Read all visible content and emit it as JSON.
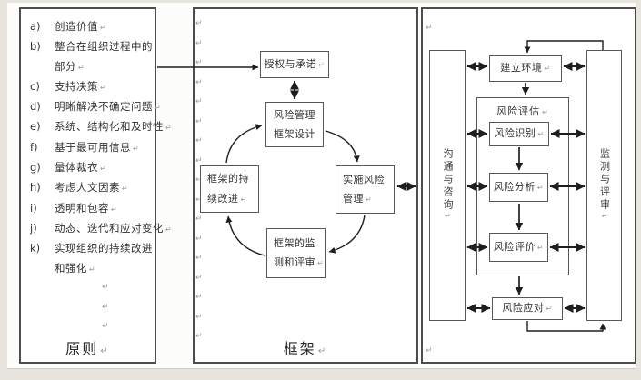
{
  "marks": {
    "pilcrow": "↵"
  },
  "colors": {
    "background": "#e8e5de",
    "paper": "#fcfcfa",
    "panel_border": "#4d4d4d",
    "box_border": "#585858",
    "text": "#333333",
    "arrow": "#1e1e1e",
    "pilcrow": "#9a9a9a"
  },
  "panels": {
    "principles": {
      "title": "原则",
      "items": [
        {
          "letter": "a)",
          "lines": [
            "创造价值"
          ]
        },
        {
          "letter": "b)",
          "lines": [
            "整合在组织过程中的",
            "部分"
          ]
        },
        {
          "letter": "c)",
          "lines": [
            "支持决策"
          ]
        },
        {
          "letter": "d)",
          "lines": [
            "明晰解决不确定问题"
          ]
        },
        {
          "letter": "e)",
          "lines": [
            "系统、结构化和及时性"
          ]
        },
        {
          "letter": "f)",
          "lines": [
            "基于最可用信息"
          ]
        },
        {
          "letter": "g)",
          "lines": [
            "量体裁衣"
          ]
        },
        {
          "letter": "h)",
          "lines": [
            "考虑人文因素"
          ]
        },
        {
          "letter": "i)",
          "lines": [
            "透明和包容"
          ]
        },
        {
          "letter": "j)",
          "lines": [
            "动态、迭代和应对变化"
          ]
        },
        {
          "letter": "k)",
          "lines": [
            "实现组织的持续改进",
            "和强化"
          ]
        }
      ]
    },
    "framework": {
      "title": "框架",
      "mandate": {
        "lines": [
          "授权与承诺"
        ]
      },
      "design": {
        "lines": [
          "风险管理",
          "框架设计"
        ]
      },
      "improve": {
        "lines": [
          "框架的持",
          "续改进"
        ]
      },
      "implement": {
        "lines": [
          "实施风险",
          "管理"
        ]
      },
      "monitor": {
        "lines": [
          "框架的监",
          "测和评审"
        ]
      }
    },
    "process": {
      "communication_bar": "沟通与咨询",
      "monitoring_bar": "监测与评审",
      "context": "建立环境",
      "assessment": "风险评估",
      "identification": "风险识别",
      "analysis": "风险分析",
      "evaluation": "风险评价",
      "treatment": "风险应对"
    }
  }
}
